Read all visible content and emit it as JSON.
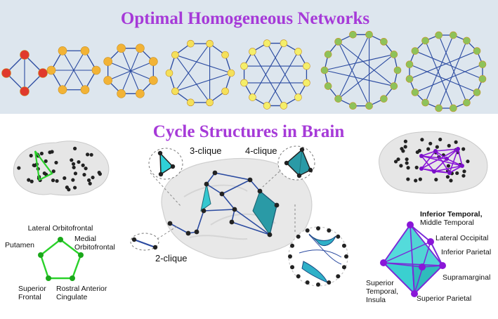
{
  "titles": {
    "top": "Optimal Homogeneous Networks",
    "bottom": "Cycle Structures in Brain"
  },
  "network_sizes": [
    4,
    6,
    8,
    10,
    12,
    14,
    16
  ],
  "network_colors": [
    "#e03a2c",
    "#f2b336",
    "#f2b336",
    "#f4e05a",
    "#f4ee6a",
    "#8ec25a",
    "#8ec25a"
  ],
  "clique_labels": {
    "three": "3-clique",
    "four": "4-clique",
    "two": "2-clique"
  },
  "pentagon": {
    "color": "#2ad22a",
    "labels": {
      "lateral_orbitofrontal": "Lateral Orbitofrontal",
      "medial_orbitofrontal_1": "Medial",
      "medial_orbitofrontal_2": "Orbitofrontal",
      "putamen": "Putamen",
      "superior_frontal_1": "Superior",
      "superior_frontal_2": "Frontal",
      "rostral_anterior_1": "Rostral Anterior",
      "rostral_anterior_2": "Cingulate"
    }
  },
  "octahedron": {
    "color": "#3ad0d0",
    "node_color": "#8a16d8",
    "labels": {
      "inferior_temporal_1": "Inferior Temporal,",
      "inferior_temporal_2": "Middle Temporal",
      "lateral_occipital": "Lateral Occipital",
      "inferior_parietal": "Inferior Parietal",
      "supramarginal": "Supramarginal",
      "superior_temporal_1": "Superior",
      "superior_temporal_2": "Temporal,",
      "superior_temporal_3": "Insula",
      "superior_parietal": "Superior Parietal"
    }
  },
  "colors": {
    "top_band": "#dde6ee",
    "title": "#a63ad8",
    "edge": "#2a4aa0",
    "clique_fill": "#2fb8b8",
    "brain_fill": "#e4e4e4",
    "brain_node": "#222222"
  }
}
